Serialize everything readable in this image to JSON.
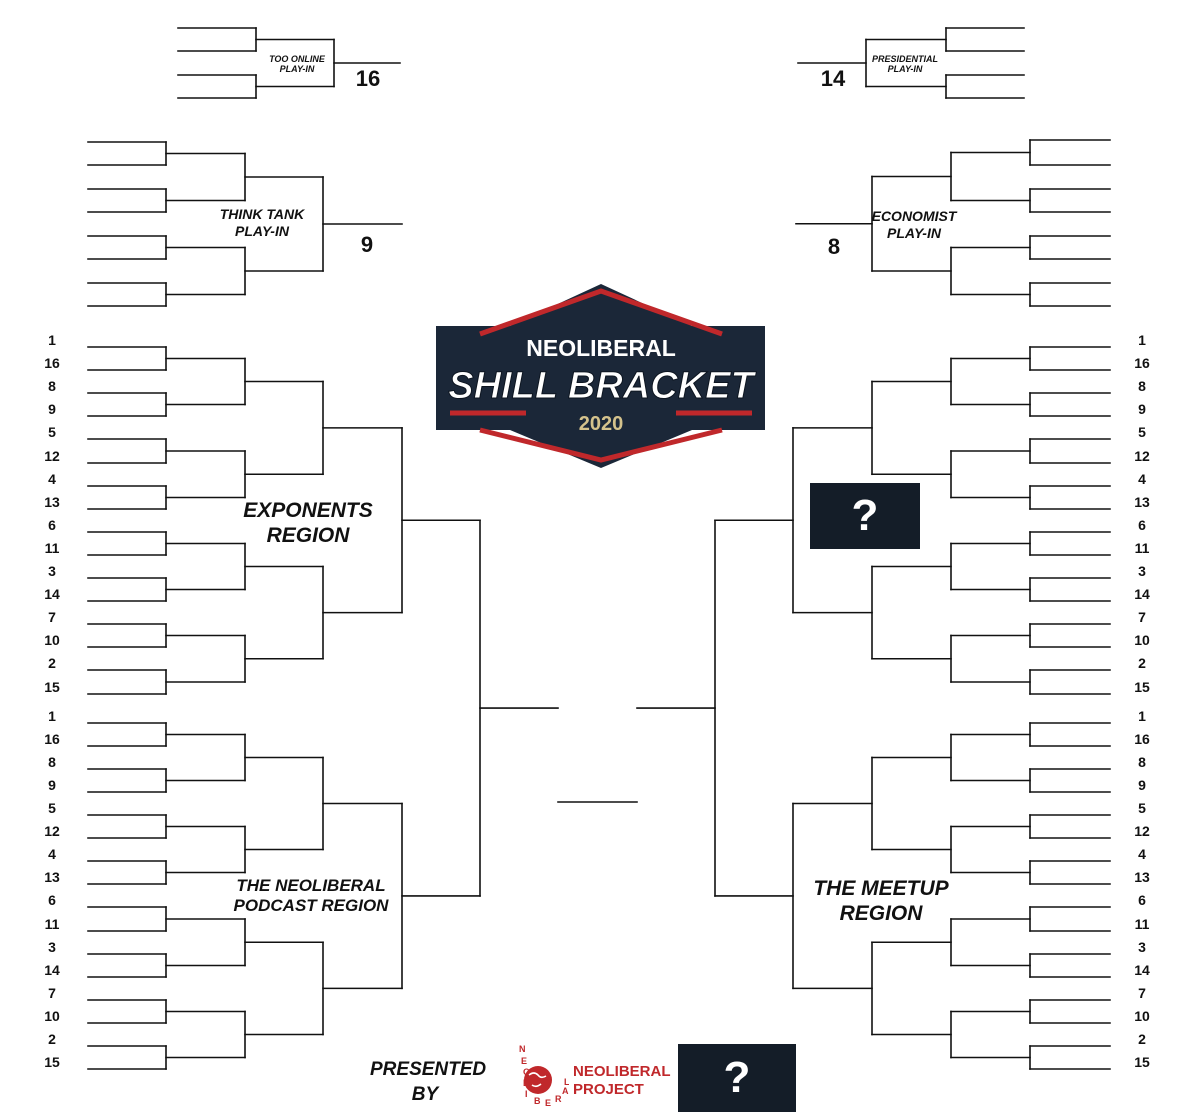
{
  "bracket": {
    "region_seeds": [
      "1",
      "16",
      "8",
      "9",
      "5",
      "12",
      "4",
      "13",
      "6",
      "11",
      "3",
      "14",
      "7",
      "10",
      "2",
      "15"
    ],
    "play_ins": {
      "too_online": {
        "label_line1": "TOO ONLINE",
        "label_line2": "PLAY-IN",
        "seed": "16"
      },
      "presidential": {
        "label_line1": "PRESIDENTIAL",
        "label_line2": "PLAY-IN",
        "seed": "14"
      },
      "think_tank": {
        "label_line1": "THINK TANK",
        "label_line2": "PLAY-IN",
        "seed": "9"
      },
      "economist": {
        "label_line1": "ECONOMIST",
        "label_line2": "PLAY-IN",
        "seed": "8"
      }
    },
    "regions": {
      "exponents": {
        "line1": "EXPONENTS",
        "line2": "REGION"
      },
      "podcast": {
        "line1": "THE NEOLIBERAL",
        "line2": "PODCAST REGION"
      },
      "meetup": {
        "line1": "THE MEETUP",
        "line2": "REGION"
      }
    }
  },
  "logo": {
    "line1": "NEOLIBERAL",
    "line2": "SHILL BRACKET",
    "year": "2020",
    "colors": {
      "navy": "#1b2738",
      "red": "#c0282b",
      "gold": "#d4c28c"
    }
  },
  "sponsor": {
    "presented_line1": "PRESENTED",
    "presented_line2": "BY",
    "seal_letters": [
      "N",
      "E",
      "O",
      "L",
      "I",
      "B",
      "E",
      "R",
      "A",
      "L"
    ],
    "name_line1": "NEOLIBERAL",
    "name_line2": "PROJECT",
    "mystery": "?"
  },
  "mystery_region_placeholder": "?"
}
